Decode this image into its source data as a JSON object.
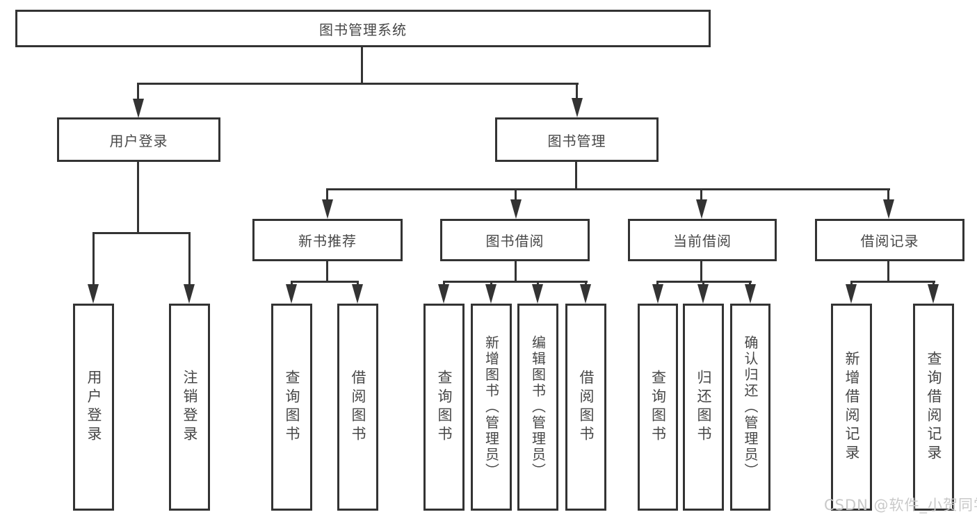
{
  "diagram": {
    "root": {
      "label": "图书管理系统"
    },
    "branches": [
      {
        "label": "用户登录",
        "children": [
          {
            "label": "用户登录"
          },
          {
            "label": "注销登录"
          }
        ]
      },
      {
        "label": "图书管理",
        "children": [
          {
            "label": "新书推荐",
            "children": [
              {
                "label": "查询图书"
              },
              {
                "label": "借阅图书"
              }
            ]
          },
          {
            "label": "图书借阅",
            "children": [
              {
                "label": "查询图书"
              },
              {
                "label": "新增图书（管理员）"
              },
              {
                "label": "编辑图书（管理员）"
              },
              {
                "label": "借阅图书"
              }
            ]
          },
          {
            "label": "当前借阅",
            "children": [
              {
                "label": "查询图书"
              },
              {
                "label": "归还图书"
              },
              {
                "label": "确认归还（管理员）"
              }
            ]
          },
          {
            "label": "借阅记录",
            "children": [
              {
                "label": "新增借阅记录"
              },
              {
                "label": "查询借阅记录"
              }
            ]
          }
        ]
      }
    ]
  },
  "watermark": "CSDN @软件_小贺同学",
  "colors": {
    "line": "#333333",
    "text": "#474747",
    "watermark": "#c9c9c9",
    "background": "#ffffff"
  }
}
